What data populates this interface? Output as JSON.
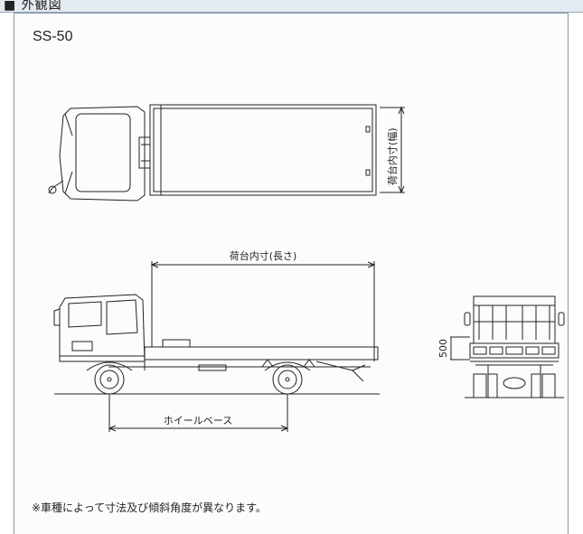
{
  "header": {
    "title": "■ 外観図"
  },
  "model": "SS-50",
  "dimensions": {
    "bed_inner_width": "荷台内寸(幅)",
    "bed_inner_length": "荷台内寸(長さ)",
    "wheelbase": "ホイールベース",
    "height_value": "500"
  },
  "footnote": "※車種によって寸法及び傾斜角度が異なります。"
}
